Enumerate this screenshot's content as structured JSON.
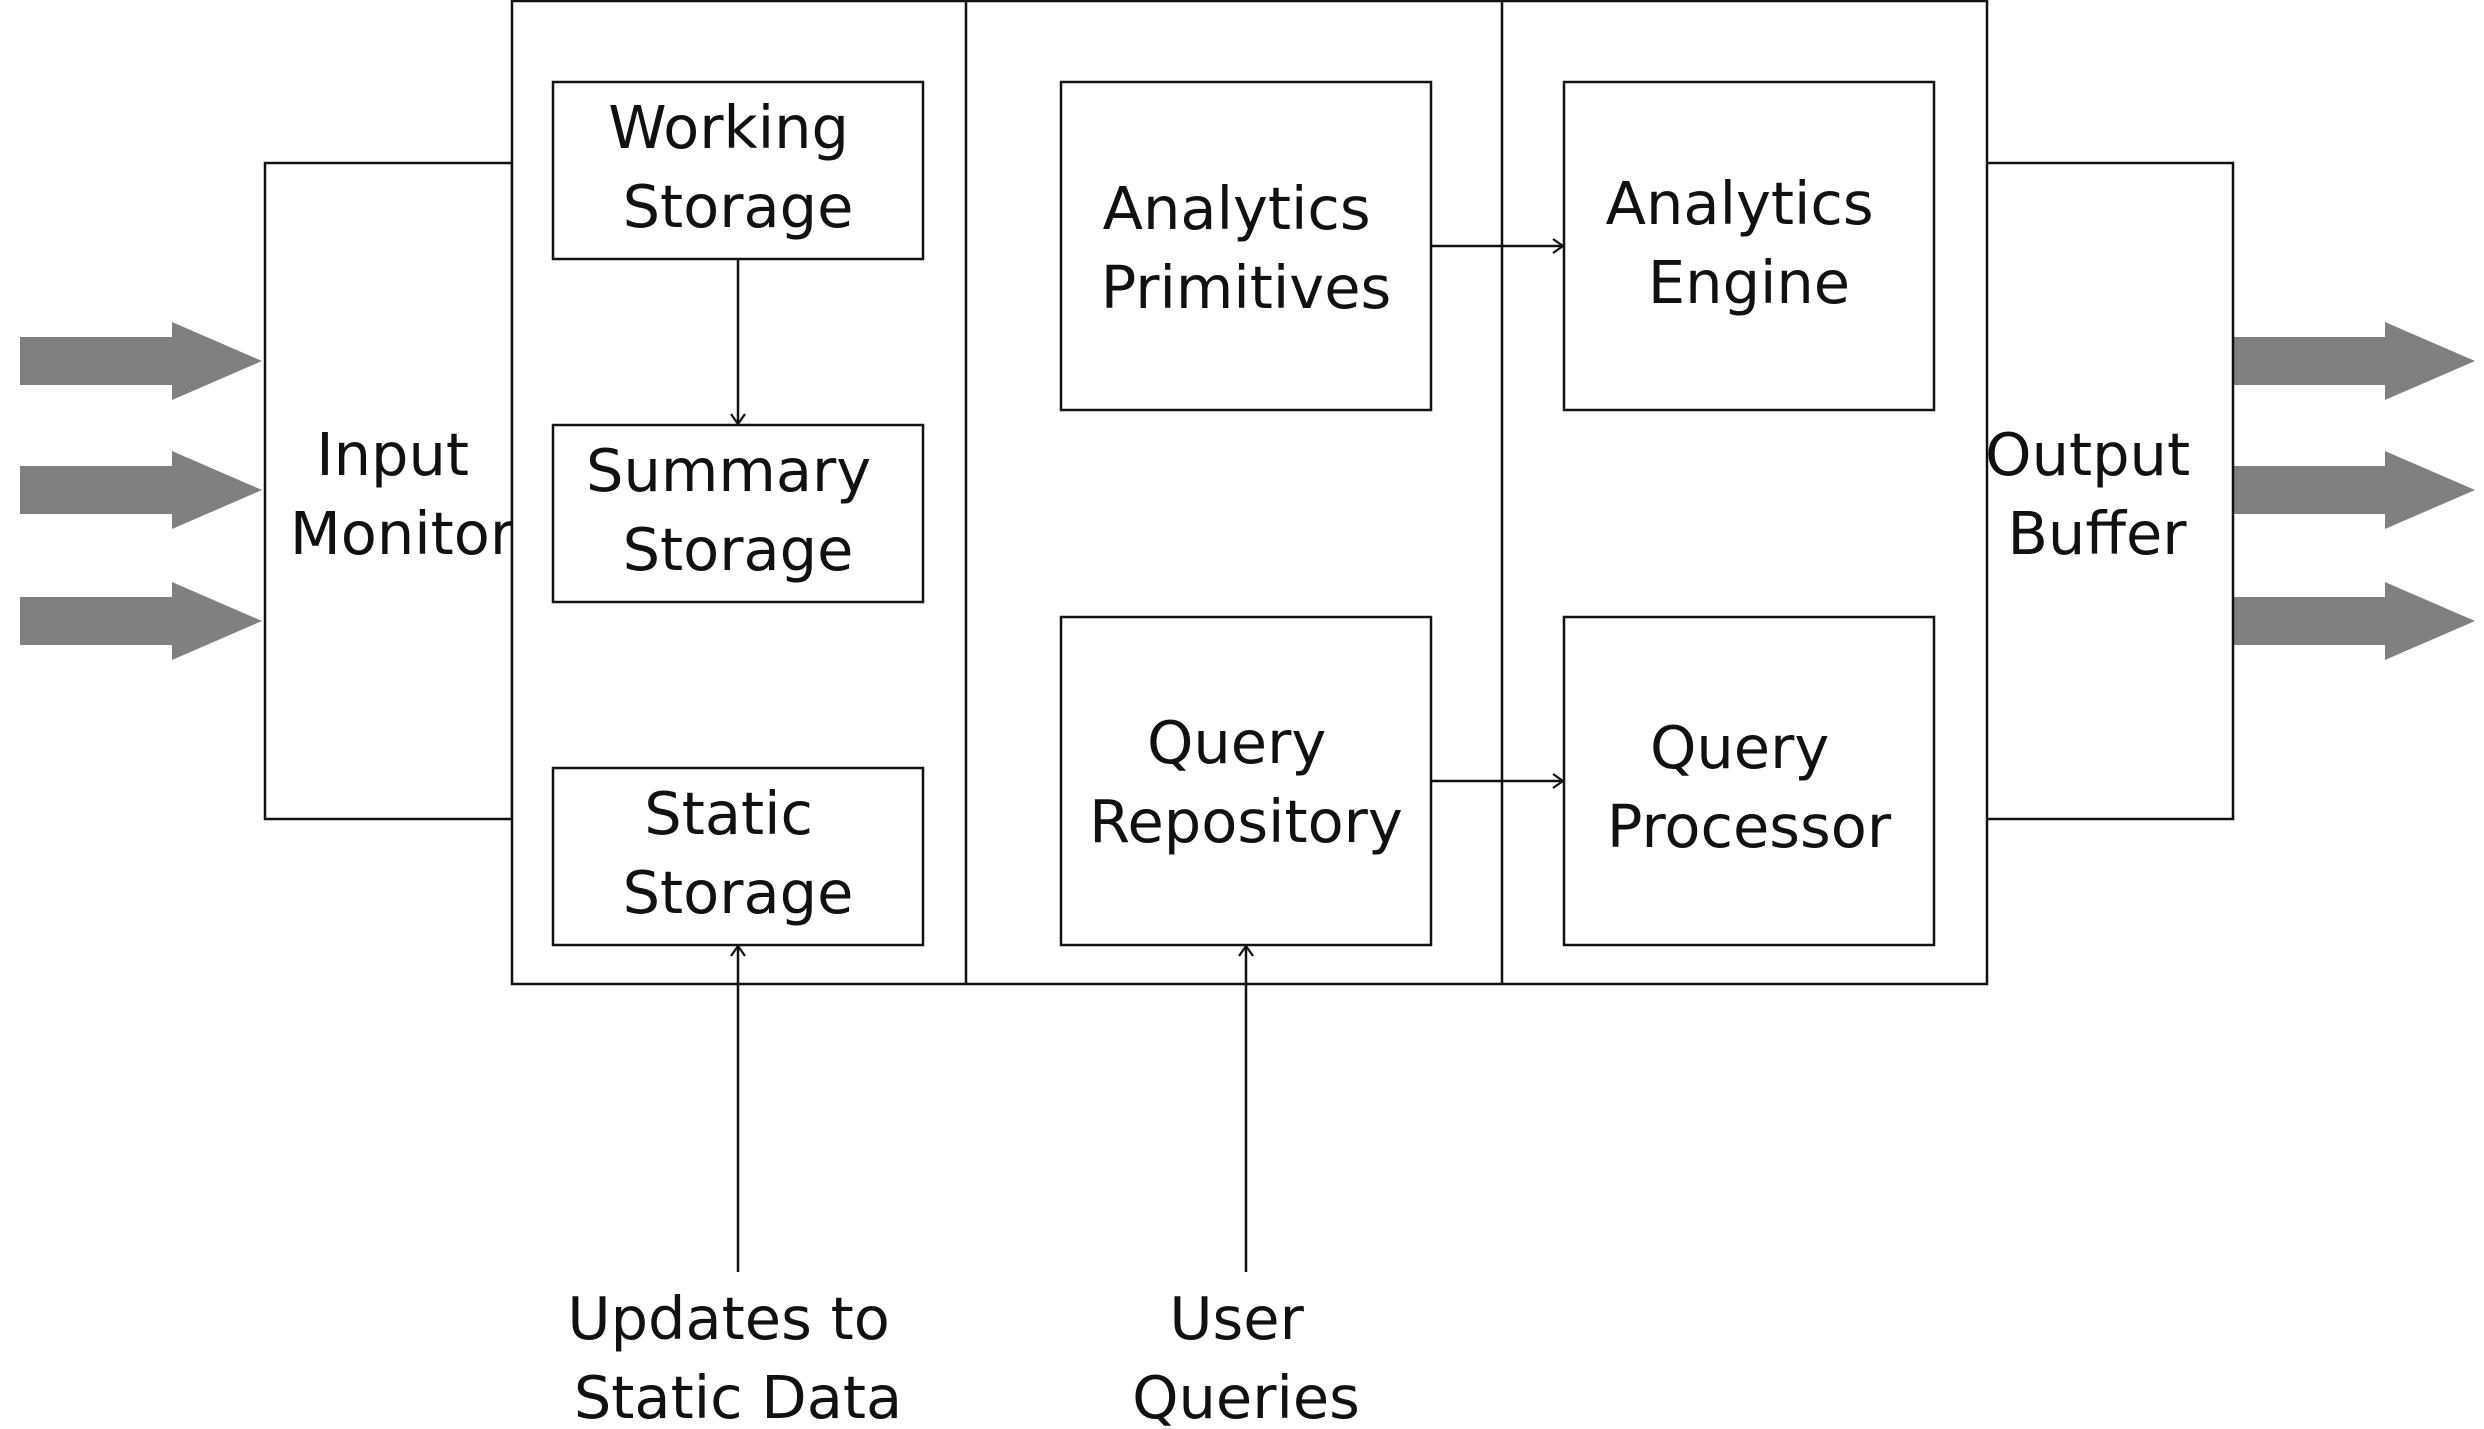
{
  "colors": {
    "stroke": "#111111",
    "flow_arrows": "#808080",
    "background": "#ffffff"
  },
  "nodes": {
    "input_monitor": [
      "Input",
      "Monitor"
    ],
    "working_storage": [
      "Working",
      "Storage"
    ],
    "summary_storage": [
      "Summary",
      "Storage"
    ],
    "static_storage": [
      "Static",
      "Storage"
    ],
    "analytics_primitives": [
      "Analytics",
      "Primitives"
    ],
    "query_repository": [
      "Query",
      "Repository"
    ],
    "analytics_engine": [
      "Analytics",
      "Engine"
    ],
    "query_processor": [
      "Query",
      "Processor"
    ],
    "output_buffer": [
      "Output",
      "Buffer"
    ]
  },
  "external_inputs": {
    "updates_static": [
      "Updates to",
      "Static Data"
    ],
    "user_queries": [
      "User",
      "Queries"
    ]
  },
  "edges": [
    {
      "from": "working_storage",
      "to": "summary_storage"
    },
    {
      "from": "analytics_primitives",
      "to": "analytics_engine"
    },
    {
      "from": "query_repository",
      "to": "query_processor"
    },
    {
      "from": "updates_static",
      "to": "static_storage"
    },
    {
      "from": "user_queries",
      "to": "query_repository"
    }
  ],
  "stream_arrows": {
    "incoming_count": 3,
    "outgoing_count": 3
  }
}
